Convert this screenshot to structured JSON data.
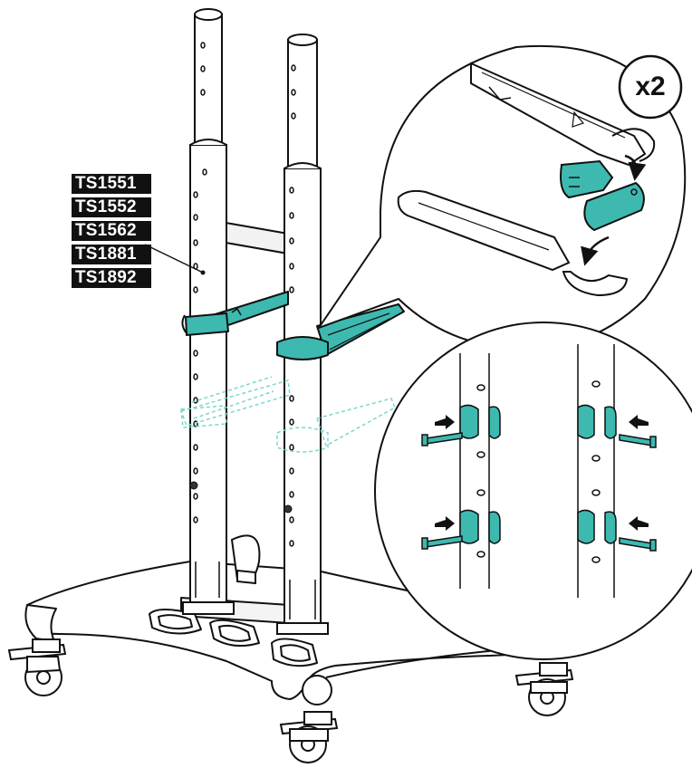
{
  "models": [
    "TS1551",
    "TS1552",
    "TS1562",
    "TS1881",
    "TS1892"
  ],
  "quantity_badge": "x2",
  "colors": {
    "line": "#111111",
    "accent": "#3db9b0",
    "accent_dark": "#1f8c85",
    "ghost": "#7ad6cf",
    "background": "#ffffff"
  },
  "icons": [
    "rotate-arrow-icon",
    "push-arrow-icon",
    "bolt-icon"
  ]
}
